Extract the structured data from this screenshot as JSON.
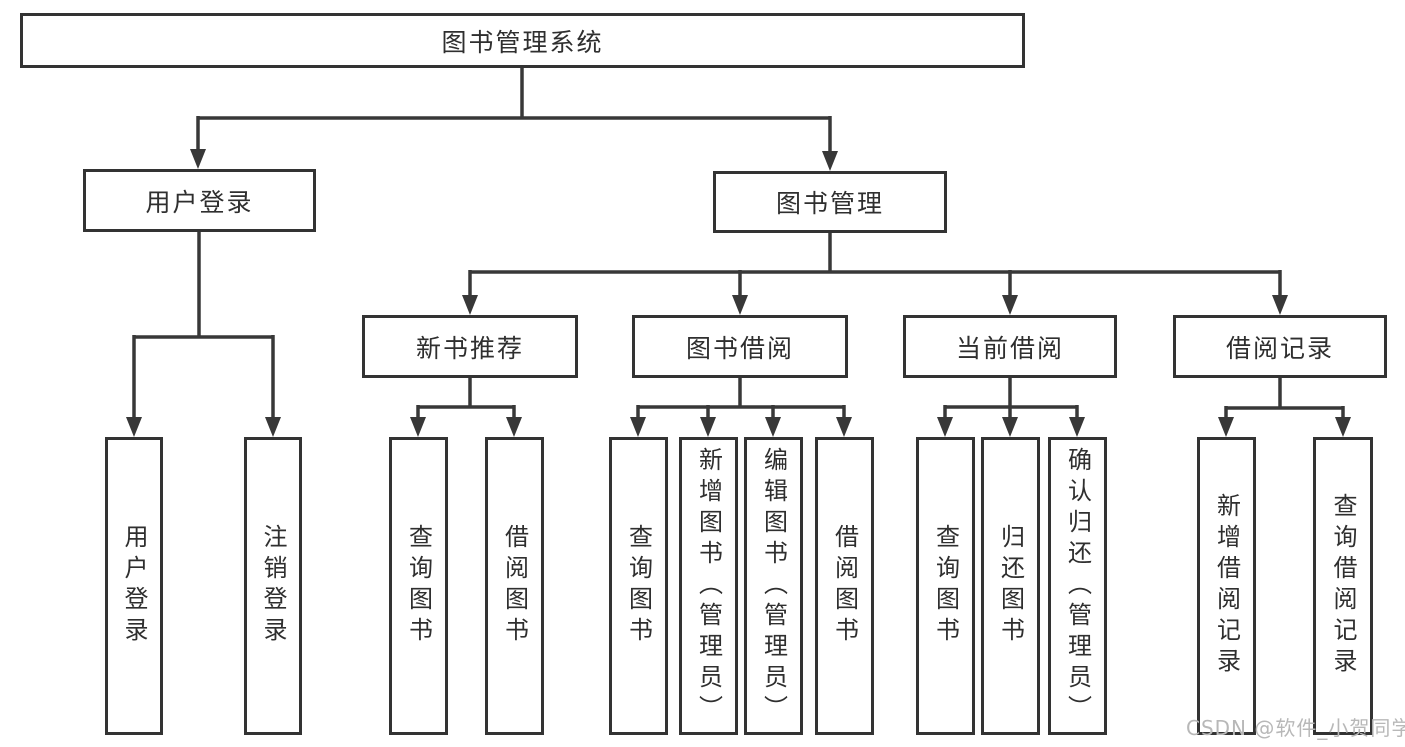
{
  "colors": {
    "line": "#383838",
    "border": "#333333",
    "text": "#2f2f2f",
    "watermark": "#b8b8b8",
    "bg": "#ffffff"
  },
  "watermark": {
    "text": "CSDN @软件_小贺同学"
  },
  "diagram_type": "functional-structure-tree",
  "tree": {
    "label": "图书管理系统",
    "children": [
      {
        "label": "用户登录",
        "children": [
          {
            "label": "用户登录"
          },
          {
            "label": "注销登录"
          }
        ]
      },
      {
        "label": "图书管理",
        "children": [
          {
            "label": "新书推荐",
            "children": [
              {
                "label": "查询图书"
              },
              {
                "label": "借阅图书"
              }
            ]
          },
          {
            "label": "图书借阅",
            "children": [
              {
                "label": "查询图书"
              },
              {
                "label": "新增图书（管理员）"
              },
              {
                "label": "编辑图书（管理员）"
              },
              {
                "label": "借阅图书"
              }
            ]
          },
          {
            "label": "当前借阅",
            "children": [
              {
                "label": "查询图书"
              },
              {
                "label": "归还图书"
              },
              {
                "label": "确认归还（管理员）"
              }
            ]
          },
          {
            "label": "借阅记录",
            "children": [
              {
                "label": "新增借阅记录"
              },
              {
                "label": "查询借阅记录"
              }
            ]
          }
        ]
      }
    ]
  }
}
